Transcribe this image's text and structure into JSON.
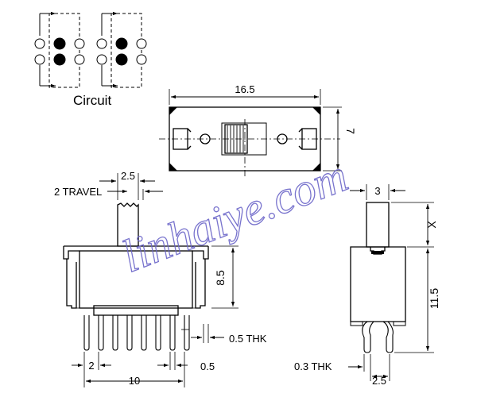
{
  "labels": {
    "circuit": "Circuit",
    "length": "16.5",
    "width": "7",
    "travel": "2 TRAVEL",
    "actuator_width": "2.5",
    "height": "8.5",
    "pin_pitch": "2",
    "body_length": "10",
    "pin_width": "0.5",
    "pin_thickness": "0.5 THK",
    "side_actuator_width": "3",
    "side_unknown": "X",
    "side_height": "11.5",
    "side_pin_thickness": "0.3 THK",
    "side_pin_pitch": "2.5"
  },
  "watermark": {
    "text": "linhaiye.com",
    "color": "#6a64c8"
  },
  "colors": {
    "line": "#000000",
    "background": "#ffffff"
  }
}
